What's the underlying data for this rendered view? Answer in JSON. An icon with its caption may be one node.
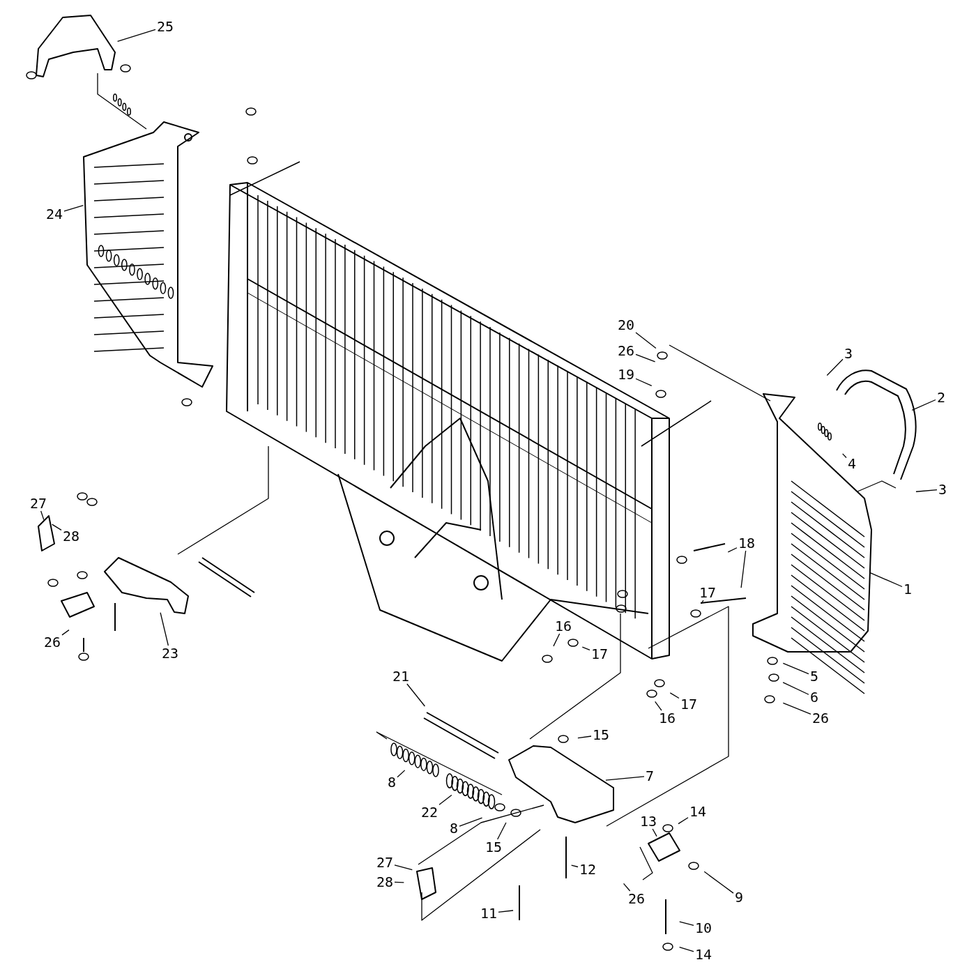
{
  "diagram": {
    "nodes": [
      {
        "text": [
          "25"
        ]
      },
      {
        "text": [
          "24"
        ]
      },
      {
        "text": [
          "20"
        ]
      },
      {
        "text": [
          "3"
        ]
      },
      {
        "text": [
          "26"
        ]
      },
      {
        "text": [
          "2"
        ]
      },
      {
        "text": [
          "19"
        ]
      },
      {
        "text": [
          "4"
        ]
      },
      {
        "text": [
          "3"
        ]
      },
      {
        "text": [
          "27"
        ]
      },
      {
        "text": [
          "28"
        ]
      },
      {
        "text": [
          "18"
        ]
      },
      {
        "text": [
          "1"
        ]
      },
      {
        "text": [
          "17"
        ]
      },
      {
        "text": [
          "16"
        ]
      },
      {
        "text": [
          "17"
        ]
      },
      {
        "text": [
          "26"
        ]
      },
      {
        "text": [
          "23"
        ]
      },
      {
        "text": [
          "21"
        ]
      },
      {
        "text": [
          "5"
        ]
      },
      {
        "text": [
          "6"
        ]
      },
      {
        "text": [
          "17"
        ]
      },
      {
        "text": [
          "16"
        ]
      },
      {
        "text": [
          "26"
        ]
      },
      {
        "text": [
          "15"
        ]
      },
      {
        "text": [
          "7"
        ]
      },
      {
        "text": [
          "8"
        ]
      },
      {
        "text": [
          "14"
        ]
      },
      {
        "text": [
          "13"
        ]
      },
      {
        "text": [
          "22"
        ]
      },
      {
        "text": [
          "8"
        ]
      },
      {
        "text": [
          "15"
        ]
      },
      {
        "text": [
          "27"
        ]
      },
      {
        "text": [
          "28"
        ]
      },
      {
        "text": [
          "12"
        ]
      },
      {
        "text": [
          "26"
        ]
      },
      {
        "text": [
          "9"
        ]
      },
      {
        "text": [
          "11"
        ]
      },
      {
        "text": [
          "10"
        ]
      },
      {
        "text": [
          "14"
        ]
      }
    ],
    "edges": [
      {
        "from": 0,
        "to": null,
        "arrow": "none"
      },
      {
        "from": 1,
        "to": null,
        "arrow": "none"
      },
      {
        "from": 2,
        "to": null,
        "arrow": "none"
      },
      {
        "from": 3,
        "to": null,
        "arrow": "none"
      },
      {
        "from": 4,
        "to": null,
        "arrow": "none"
      },
      {
        "from": 5,
        "to": null,
        "arrow": "none"
      },
      {
        "from": 6,
        "to": null,
        "arrow": "none"
      },
      {
        "from": 7,
        "to": null,
        "arrow": "none"
      },
      {
        "from": 8,
        "to": null,
        "arrow": "none"
      },
      {
        "from": 9,
        "to": null,
        "arrow": "none"
      },
      {
        "from": 10,
        "to": null,
        "arrow": "none"
      },
      {
        "from": 11,
        "to": null,
        "arrow": "none"
      },
      {
        "from": 11,
        "to": null,
        "arrow": "none"
      },
      {
        "from": 12,
        "to": null,
        "arrow": "none"
      },
      {
        "from": 13,
        "to": null,
        "arrow": "none"
      },
      {
        "from": 14,
        "to": null,
        "arrow": "none"
      },
      {
        "from": 15,
        "to": null,
        "arrow": "none"
      },
      {
        "from": 16,
        "to": null,
        "arrow": "none"
      },
      {
        "from": 17,
        "to": null,
        "arrow": "none"
      },
      {
        "from": 18,
        "to": null,
        "arrow": "none"
      },
      {
        "from": 19,
        "to": null,
        "arrow": "none"
      },
      {
        "from": 20,
        "to": null,
        "arrow": "none"
      },
      {
        "from": 21,
        "to": null,
        "arrow": "none"
      },
      {
        "from": 22,
        "to": null,
        "arrow": "none"
      },
      {
        "from": 23,
        "to": null,
        "arrow": "none"
      },
      {
        "from": 24,
        "to": null,
        "arrow": "none"
      },
      {
        "from": 25,
        "to": null,
        "arrow": "none"
      },
      {
        "from": 26,
        "to": null,
        "arrow": "none"
      },
      {
        "from": 27,
        "to": null,
        "arrow": "none"
      },
      {
        "from": 28,
        "to": null,
        "arrow": "none"
      },
      {
        "from": 29,
        "to": null,
        "arrow": "none"
      },
      {
        "from": 30,
        "to": null,
        "arrow": "none"
      },
      {
        "from": 31,
        "to": null,
        "arrow": "none"
      },
      {
        "from": 32,
        "to": null,
        "arrow": "none"
      },
      {
        "from": 33,
        "to": null,
        "arrow": "none"
      },
      {
        "from": 34,
        "to": null,
        "arrow": "none"
      },
      {
        "from": 35,
        "to": null,
        "arrow": "none"
      },
      {
        "from": 36,
        "to": null,
        "arrow": "none"
      },
      {
        "from": 37,
        "to": null,
        "arrow": "none"
      },
      {
        "from": 38,
        "to": null,
        "arrow": "none"
      },
      {
        "from": 39,
        "to": null,
        "arrow": "none"
      }
    ]
  }
}
